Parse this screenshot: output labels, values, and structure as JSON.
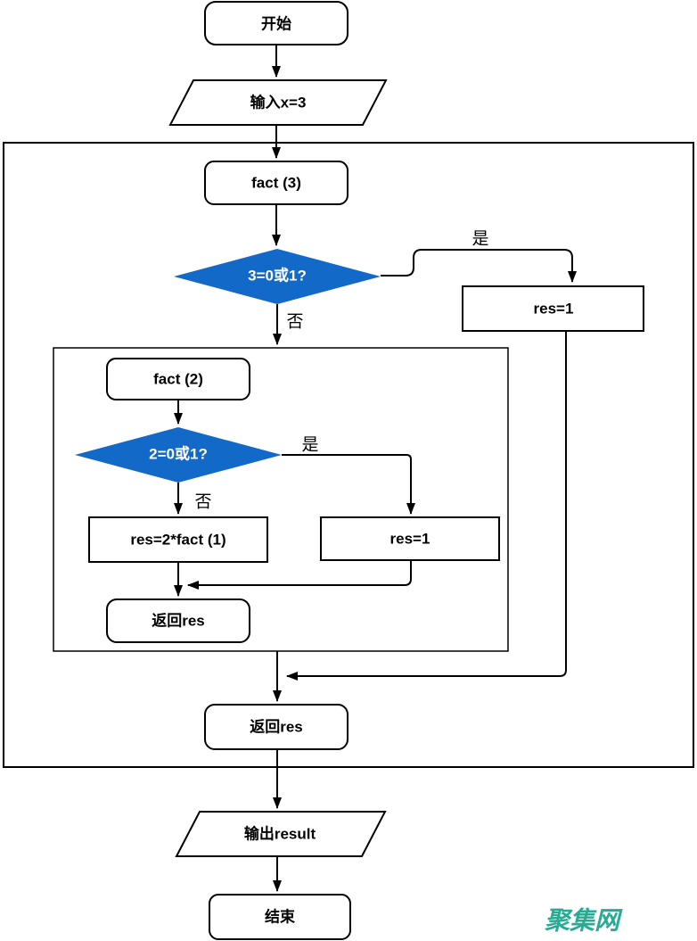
{
  "diagram": {
    "type": "flowchart",
    "nodes": {
      "start": "开始",
      "input": "输入x=3",
      "fact3": "fact (3)",
      "decision1": "3=0或1?",
      "res1_outer": "res=1",
      "fact2": "fact (2)",
      "decision2": "2=0或1?",
      "res2fact": "res=2*fact (1)",
      "res1_inner": "res=1",
      "return_inner": "返回res",
      "return_outer": "返回res",
      "output": "输出result",
      "end": "结束"
    },
    "labels": {
      "yes": "是",
      "no": "否"
    },
    "edges": [
      {
        "from": "start",
        "to": "input",
        "label": ""
      },
      {
        "from": "input",
        "to": "fact3",
        "label": ""
      },
      {
        "from": "fact3",
        "to": "decision1",
        "label": ""
      },
      {
        "from": "decision1",
        "to": "res1_outer",
        "label": "是"
      },
      {
        "from": "decision1",
        "to": "inner_container",
        "label": "否"
      },
      {
        "from": "fact2",
        "to": "decision2",
        "label": ""
      },
      {
        "from": "decision2",
        "to": "res1_inner",
        "label": "是"
      },
      {
        "from": "decision2",
        "to": "res2fact",
        "label": "否"
      },
      {
        "from": "res1_inner",
        "to": "return_inner",
        "label": ""
      },
      {
        "from": "res2fact",
        "to": "return_inner",
        "label": ""
      },
      {
        "from": "inner_container",
        "to": "return_outer",
        "label": ""
      },
      {
        "from": "res1_outer",
        "to": "return_outer",
        "label": ""
      },
      {
        "from": "return_outer",
        "to": "output",
        "label": ""
      },
      {
        "from": "output",
        "to": "end",
        "label": ""
      }
    ],
    "colors": {
      "decision_fill": "#1269C8",
      "decision_text": "#FFFFFF",
      "node_fill": "#FFFFFF",
      "line": "#000000",
      "watermark": "#2BAA93"
    },
    "watermark": "聚集网"
  }
}
